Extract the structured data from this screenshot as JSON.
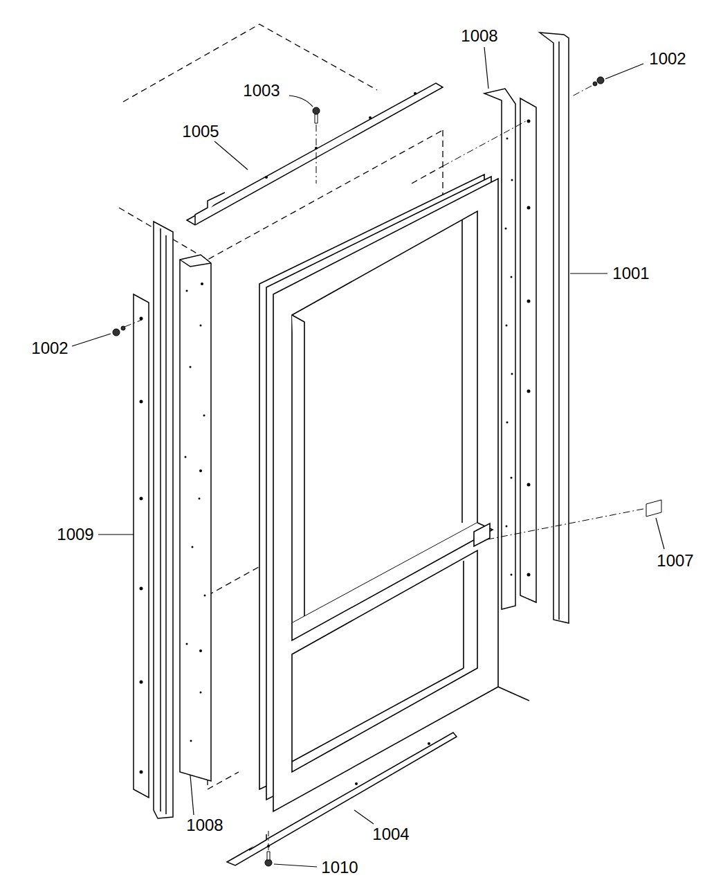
{
  "diagram": {
    "labels": [
      "1008",
      "1002",
      "1003",
      "1005",
      "1001",
      "1002",
      "1009",
      "1007",
      "1008",
      "1004",
      "1010"
    ]
  }
}
